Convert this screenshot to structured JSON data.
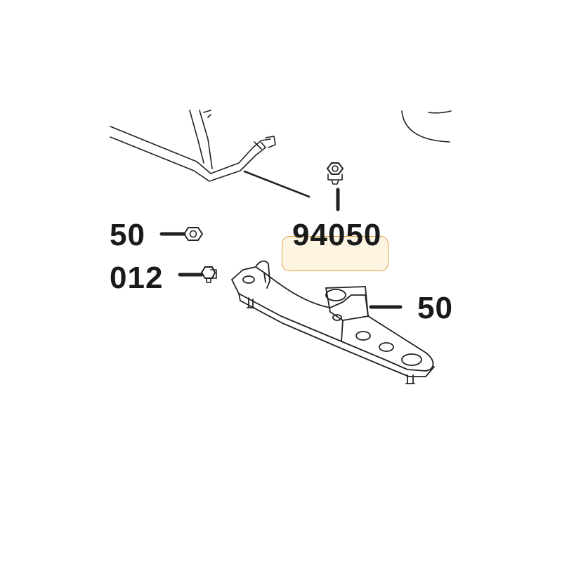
{
  "callouts": {
    "part_50_left": "50",
    "part_012": "012",
    "part_94050": "94050",
    "part_50_right": "50"
  },
  "colors": {
    "line": "#222222",
    "highlight_border": "#e0a040",
    "highlight_fill": "#f8e2aa"
  }
}
